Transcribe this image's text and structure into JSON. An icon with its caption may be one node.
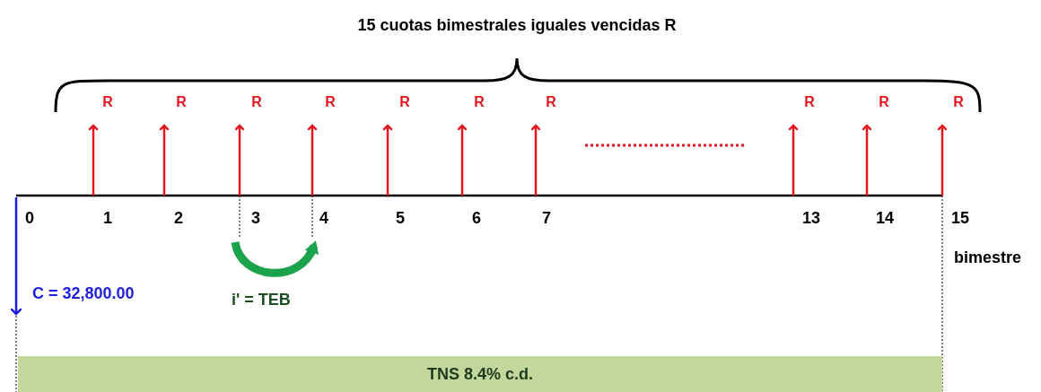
{
  "diagram": {
    "title": "15 cuotas bimestrales iguales vencidas R",
    "nodes": [
      {
        "text": [
          "TNS 8.4% c.d."
        ]
      }
    ],
    "labels": [
      "R",
      "R",
      "R",
      "R",
      "R",
      "R",
      "R",
      "R",
      "R",
      "R",
      "0",
      "1",
      "2",
      "3",
      "4",
      "5",
      "6",
      "7",
      "13",
      "14",
      "15",
      "bimestre",
      "C = 32,800.00",
      "i' = TEB"
    ]
  }
}
